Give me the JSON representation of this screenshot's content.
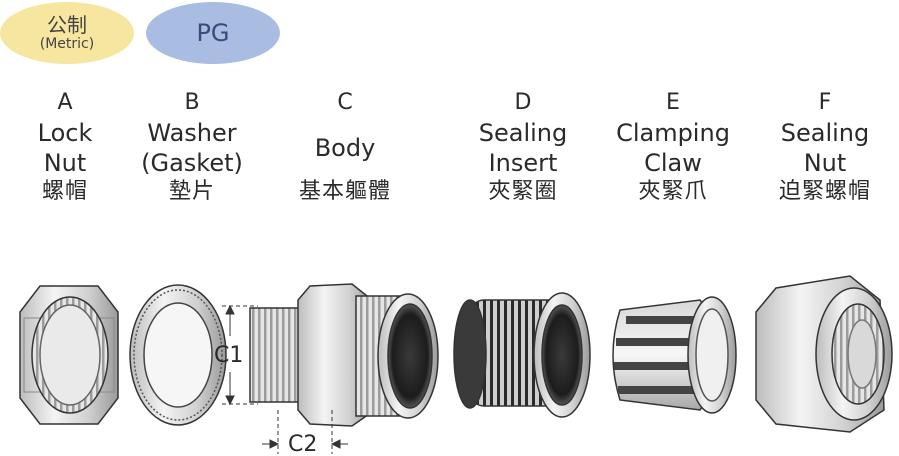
{
  "standards": {
    "metric": {
      "main": "公制",
      "sub": "(Metric)"
    },
    "pg": {
      "main": "PG"
    }
  },
  "parts": [
    {
      "letter": "A",
      "name_lines": [
        "Lock",
        "Nut"
      ],
      "chinese": "螺帽"
    },
    {
      "letter": "B",
      "name_lines": [
        "Washer",
        "(Gasket)"
      ],
      "chinese": "墊片"
    },
    {
      "letter": "C",
      "name_lines": [
        "Body"
      ],
      "chinese": "基本軀體"
    },
    {
      "letter": "D",
      "name_lines": [
        "Sealing",
        "Insert"
      ],
      "chinese": "夾緊圈"
    },
    {
      "letter": "E",
      "name_lines": [
        "Clamping",
        "Claw"
      ],
      "chinese": "夾緊爪"
    },
    {
      "letter": "F",
      "name_lines": [
        "Sealing",
        "Nut"
      ],
      "chinese": "迫緊螺帽"
    }
  ],
  "dimensions": {
    "c1": "C1",
    "c2": "C2"
  }
}
